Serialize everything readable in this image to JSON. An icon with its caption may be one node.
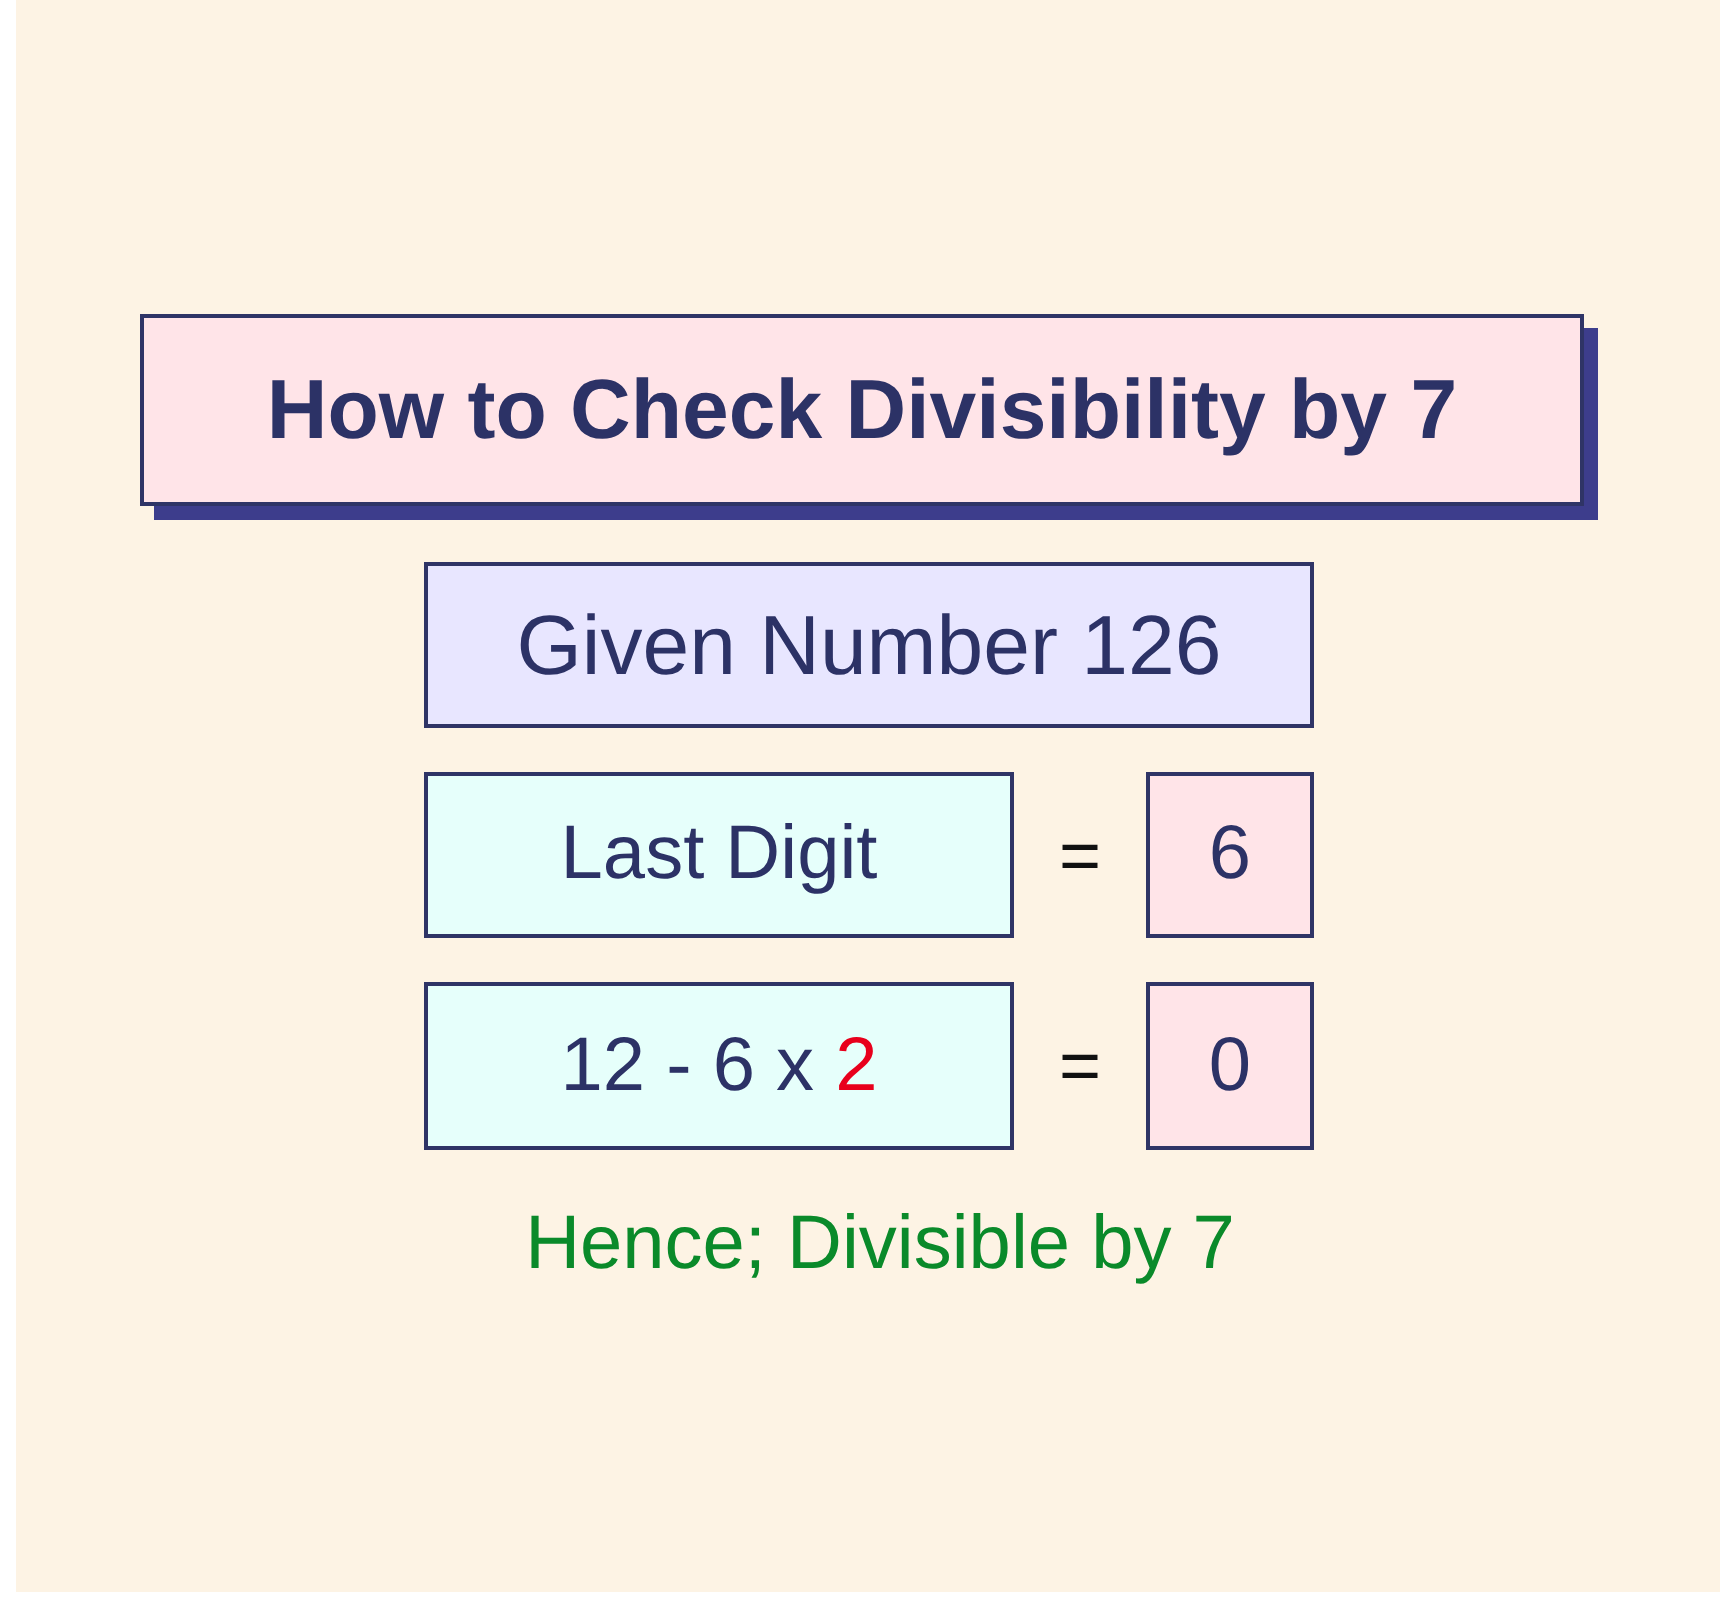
{
  "diagram": {
    "nodes": [
      {
        "text": [
          "How to Check Divisibility by 7"
        ]
      },
      {
        "text": [
          "Given Number 126"
        ]
      },
      {
        "text": [
          "Last Digit"
        ]
      },
      {
        "text": [
          "6"
        ]
      },
      {
        "text": [
          "12 - 6 x 2"
        ]
      },
      {
        "text": [
          "0"
        ]
      }
    ],
    "labels": [
      "=",
      "=",
      "Hence; Divisible by 7"
    ]
  }
}
